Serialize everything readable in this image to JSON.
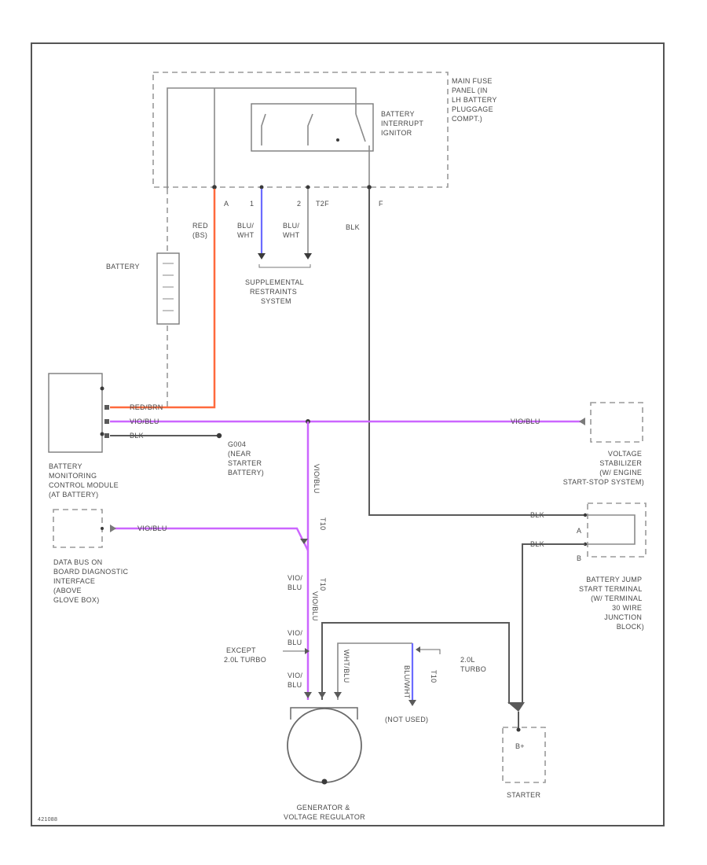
{
  "labels": {
    "main_fuse_panel": [
      "MAIN FUSE",
      "PANEL (IN",
      "LH BATTERY",
      "PLUGGAGE",
      "COMPT.)"
    ],
    "battery_interrupt": [
      "BATTERY",
      "INTERRUPT",
      "IGNITOR"
    ],
    "pin_a": "A",
    "pin_1": "1",
    "pin_2": "2",
    "pin_t2f": "T2F",
    "pin_f": "F",
    "red_wire": [
      "RED",
      "(BS)"
    ],
    "blu_wht_1": [
      "BLU/",
      "WHT"
    ],
    "blu_wht_2": [
      "BLU/",
      "WHT"
    ],
    "blk_top": "BLK",
    "battery": "BATTERY",
    "supplemental": [
      "SUPPLEMENTAL",
      "RESTRAINTS",
      "SYSTEM"
    ],
    "red_brn": "RED/BRN",
    "vio_blu_1": "VIO/BLU",
    "blk_1": "BLK",
    "vio_blu_2": "VIO/BLU",
    "g004": [
      "G004",
      "(NEAR",
      "STARTER",
      "BATTERY)"
    ],
    "battery_monitoring": [
      "BATTERY",
      "MONITORING",
      "CONTROL MODULE",
      "(AT BATTERY)"
    ],
    "voltage_stabilizer": [
      "VOLTAGE",
      "STABILIZER",
      "(W/ ENGINE",
      "START-STOP SYSTEM)"
    ],
    "vio_blu_3": "VIO/BLU",
    "vio_blu_4": "VIO/BLU",
    "t10": "T10",
    "blk_2": "BLK",
    "blk_3": "BLK",
    "pin_a2": "A",
    "pin_b2": "B",
    "data_bus": [
      "DATA BUS ON",
      "BOARD DIAGNOSTIC",
      "INTERFACE",
      "(ABOVE",
      "GLOVE BOX)"
    ],
    "battery_jump": [
      "BATTERY JUMP",
      "START TERMINAL",
      "(W/ TERMINAL",
      "30 WIRE",
      "JUNCTION",
      "BLOCK)"
    ],
    "vio_blu_5": [
      "VIO/",
      "BLU"
    ],
    "t10_2": "T10",
    "vio_blu_6": "VIO/BLU",
    "vio_blu_7": [
      "VIO/",
      "BLU"
    ],
    "except": [
      "EXCEPT",
      "2.0L TURBO"
    ],
    "vio_blu_8": [
      "VIO/",
      "BLU"
    ],
    "wht_blu": "WHT/BLU",
    "blu_wht_3": "BLU/WHT",
    "t10_3": "T10",
    "turbo": [
      "2.0L",
      "TURBO"
    ],
    "not_used": "(NOT USED)",
    "b_plus": "B+",
    "starter": "STARTER",
    "generator": [
      "GENERATOR &",
      "VOLTAGE REGULATOR"
    ],
    "figure_code": "421088"
  },
  "colors": {
    "frame": "#555555",
    "red_wire": "#ff6a3d",
    "violet_wire": "#cc66ff",
    "blue_wire": "#6b6bff",
    "black_wire": "#5a5a5a"
  }
}
